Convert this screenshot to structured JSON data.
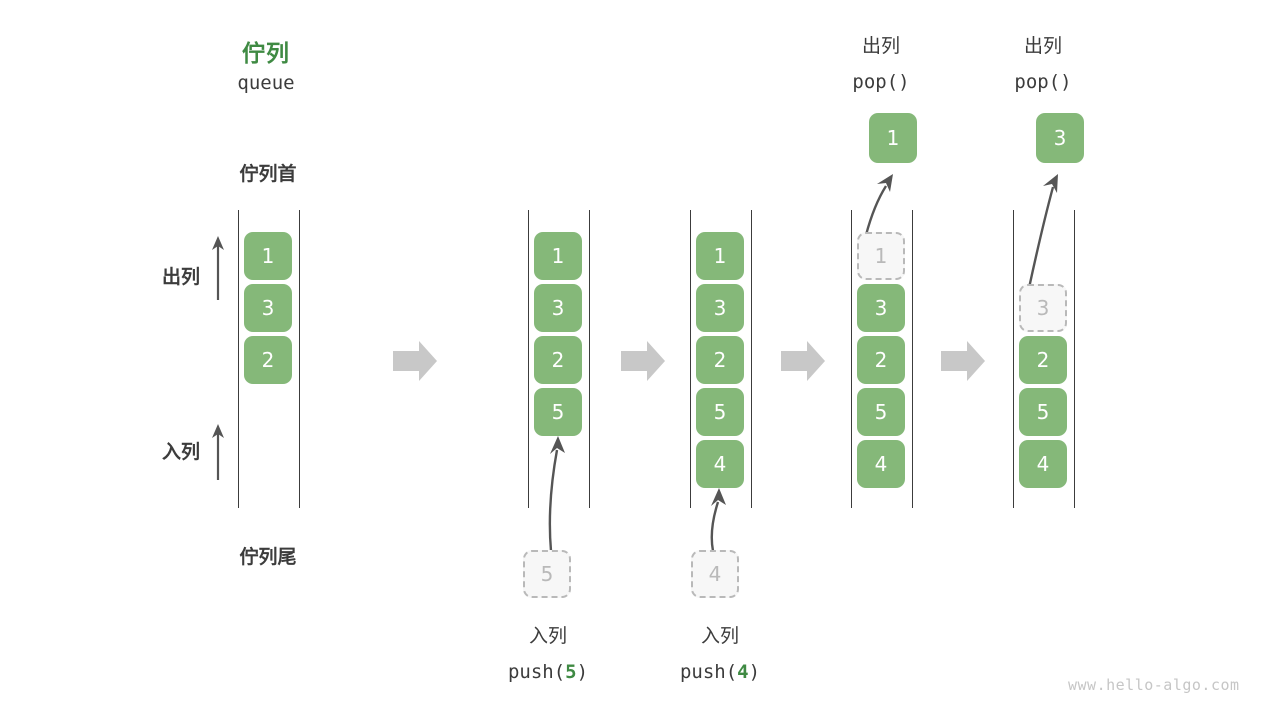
{
  "header": {
    "title_cn": "佇列",
    "title_en": "queue"
  },
  "labels": {
    "head": "佇列首",
    "tail": "佇列尾",
    "dequeue": "出列",
    "enqueue": "入列"
  },
  "colors": {
    "element_green": "#85b879",
    "title_green": "#3f8a43",
    "ghost_border": "#b9b9b9",
    "ghost_fill": "#f7f7f7",
    "text_dark": "#3c3c3c",
    "flow_arrow_gray": "#c8c8c8",
    "rail": "#3c3c3c",
    "watermark": "#c6c6c6"
  },
  "watermark": "www.hello-algo.com",
  "chart_data": {
    "type": "diagram",
    "title": "佇列 queue",
    "description": "Queue push/pop operation sequence, head at top, tail at bottom",
    "stages": [
      {
        "id": "initial",
        "operation": null,
        "operation_cn": null,
        "operation_code": null,
        "operand": null,
        "cells": [
          "1",
          "3",
          "2"
        ],
        "ghost_in_queue": null,
        "incoming_ghost": null,
        "popped_value": null
      },
      {
        "id": "push5",
        "operation": "push",
        "operation_cn": "入列",
        "operation_code": "push(5)",
        "operand": "5",
        "cells": [
          "1",
          "3",
          "2",
          "5"
        ],
        "ghost_in_queue": null,
        "incoming_ghost": "5",
        "popped_value": null
      },
      {
        "id": "push4",
        "operation": "push",
        "operation_cn": "入列",
        "operation_code": "push(4)",
        "operand": "4",
        "cells": [
          "1",
          "3",
          "2",
          "5",
          "4"
        ],
        "ghost_in_queue": null,
        "incoming_ghost": "4",
        "popped_value": null
      },
      {
        "id": "pop1",
        "operation": "pop",
        "operation_cn": "出列",
        "operation_code": "pop()",
        "operand": null,
        "cells": [
          "3",
          "2",
          "5",
          "4"
        ],
        "ghost_in_queue": "1",
        "incoming_ghost": null,
        "popped_value": "1"
      },
      {
        "id": "pop3",
        "operation": "pop",
        "operation_cn": "出列",
        "operation_code": "pop()",
        "operand": null,
        "cells": [
          "2",
          "5",
          "4"
        ],
        "ghost_in_queue": "3",
        "incoming_ghost": null,
        "popped_value": "3"
      }
    ],
    "flow_arrow_count": 4
  }
}
